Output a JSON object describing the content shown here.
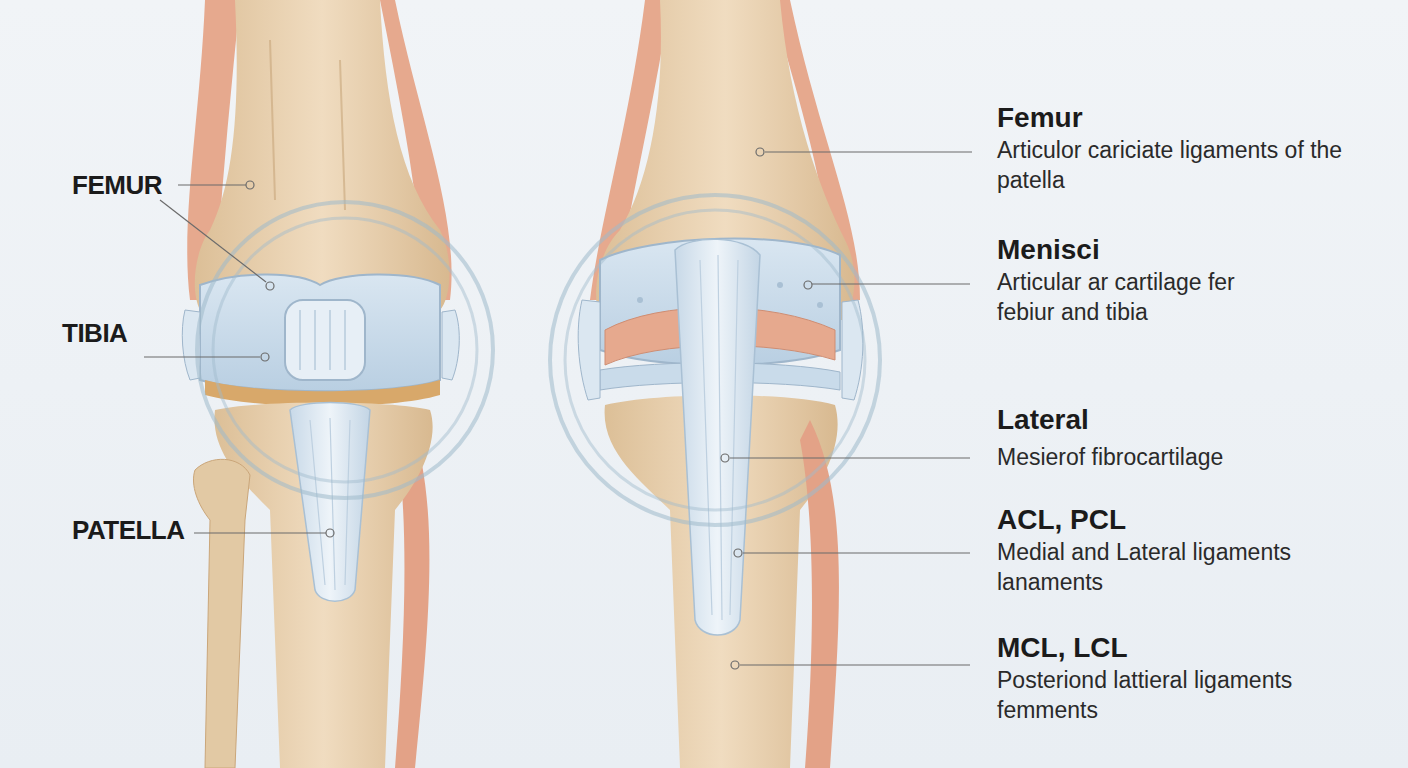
{
  "diagram": {
    "labels": [
      "FEMUR",
      "TIBIA",
      "PATELLA",
      "Femur",
      "Articulor cariciate ligaments of the patella",
      "Menisci",
      "Articular ar cartilage fer febiur and tibia",
      "Lateral",
      "Mesierof fibrocartilage",
      "ACL, PCL",
      "Medial and Lateral ligaments lanaments",
      "MCL, LCL",
      "Posteriond lattieral ligaments femments"
    ]
  }
}
